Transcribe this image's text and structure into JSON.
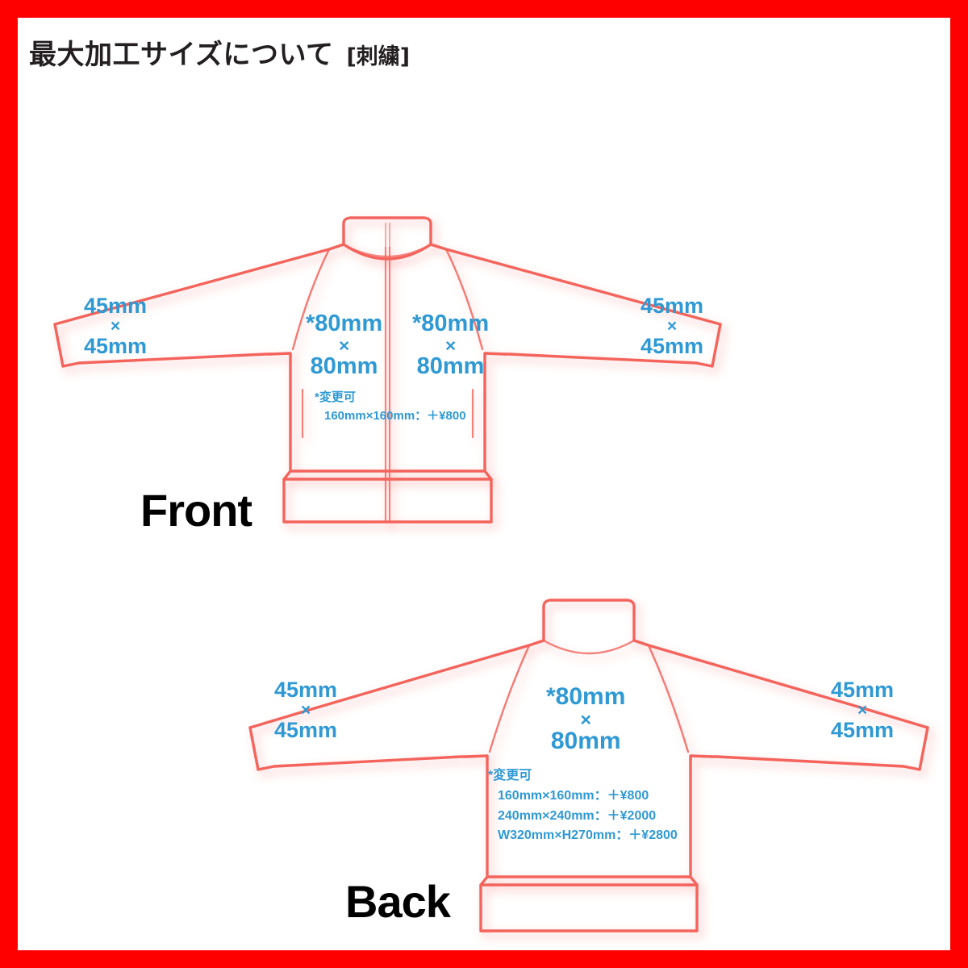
{
  "frame": {
    "border_color": "#ff0000",
    "background": "#ffffff"
  },
  "header": {
    "title_main": "最大加工サイズについて",
    "title_bracket": "[刺繍]"
  },
  "colors": {
    "accent_red": "#ff0000",
    "garment_line": "#f4635c",
    "callout_blue": "#2f99d4",
    "label_black": "#000000"
  },
  "views": [
    {
      "id": "front",
      "label": "Front",
      "callouts": [
        {
          "name": "left-sleeve",
          "line1": "45mm",
          "times": "×",
          "line2": "45mm"
        },
        {
          "name": "right-chest",
          "line1": "*80mm",
          "times": "×",
          "line2": "80mm"
        },
        {
          "name": "left-chest",
          "line1": "*80mm",
          "times": "×",
          "line2": "80mm"
        },
        {
          "name": "right-sleeve",
          "line1": "45mm",
          "times": "×",
          "line2": "45mm"
        }
      ],
      "note": {
        "header": "*変更可",
        "items": [
          "160mm×160mm：＋¥800"
        ]
      }
    },
    {
      "id": "back",
      "label": "Back",
      "callouts": [
        {
          "name": "left-sleeve",
          "line1": "45mm",
          "times": "×",
          "line2": "45mm"
        },
        {
          "name": "center-back",
          "line1": "*80mm",
          "times": "×",
          "line2": "80mm"
        },
        {
          "name": "right-sleeve",
          "line1": "45mm",
          "times": "×",
          "line2": "45mm"
        }
      ],
      "note": {
        "header": "*変更可",
        "items": [
          "160mm×160mm：＋¥800",
          "240mm×240mm：＋¥2000",
          "W320mm×H270mm：＋¥2800"
        ]
      }
    }
  ]
}
